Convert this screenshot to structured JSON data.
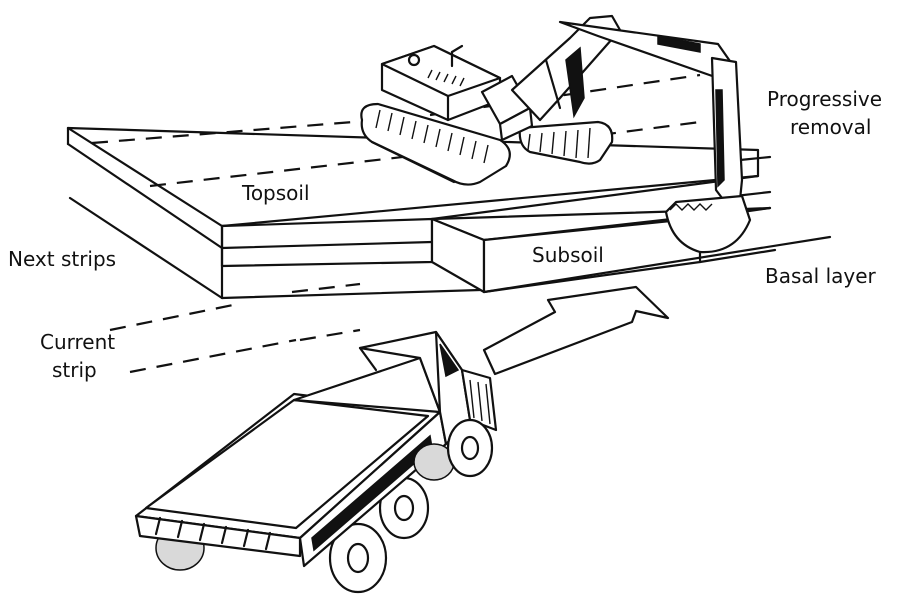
{
  "labels": {
    "topsoil": "Topsoil",
    "subsoil": "Subsoil",
    "next_strips": "Next strips",
    "current_strip_line1": "Current",
    "current_strip_line2": "strip",
    "basal_layer": "Basal layer",
    "progressive_line1": "Progressive",
    "progressive_line2": "removal"
  },
  "icons": {
    "excavator": "excavator-icon",
    "dump_truck": "dump-truck-icon",
    "direction": "arrow-icon"
  }
}
